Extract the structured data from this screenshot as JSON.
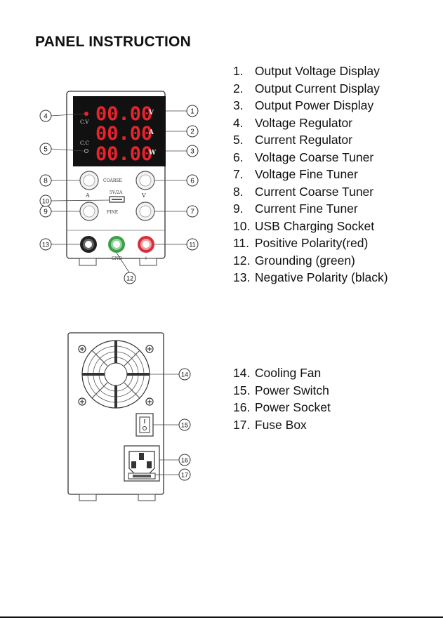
{
  "title": "PANEL INSTRUCTION",
  "front_items": [
    {
      "num": "1.",
      "label": "Output Voltage Display"
    },
    {
      "num": "2.",
      "label": "Output Current Display"
    },
    {
      "num": "3.",
      "label": "Output Power Display"
    },
    {
      "num": "4.",
      "label": "Voltage Regulator"
    },
    {
      "num": "5.",
      "label": "Current Regulator"
    },
    {
      "num": "6.",
      "label": "Voltage Coarse Tuner"
    },
    {
      "num": "7.",
      "label": "Voltage Fine Tuner"
    },
    {
      "num": "8.",
      "label": "Current Coarse Tuner"
    },
    {
      "num": "9.",
      "label": "Current Fine Tuner"
    },
    {
      "num": "10.",
      "label": "USB Charging Socket"
    },
    {
      "num": "11.",
      "label": "Positive Polarity(red)"
    },
    {
      "num": "12.",
      "label": "Grounding (green)"
    },
    {
      "num": "13.",
      "label": "Negative Polarity (black)"
    }
  ],
  "back_items": [
    {
      "num": "14.",
      "label": "Cooling Fan"
    },
    {
      "num": "15.",
      "label": "Power Switch"
    },
    {
      "num": "16.",
      "label": "Power Socket"
    },
    {
      "num": "17.",
      "label": "Fuse Box"
    }
  ],
  "front_panel": {
    "display_value": "00.00",
    "unit_v": "V",
    "unit_a": "A",
    "unit_w": "W",
    "cv_label": "C.V",
    "cc_label": "C.C",
    "coarse_label": "COARSE",
    "fine_label": "FINE",
    "knob_a_label": "A",
    "knob_v_label": "V",
    "usb_label": "5V/2A",
    "terminal_neg_label": "-",
    "terminal_gnd_label": "GND",
    "terminal_pos_label": "+"
  },
  "callouts": [
    "1",
    "2",
    "3",
    "4",
    "5",
    "6",
    "7",
    "8",
    "9",
    "10",
    "11",
    "12",
    "13",
    "14",
    "15",
    "16",
    "17"
  ],
  "colors": {
    "display_digits": "#e8242c",
    "positive_terminal": "#d8303a",
    "ground_terminal": "#3aa048",
    "negative_terminal": "#111111"
  }
}
